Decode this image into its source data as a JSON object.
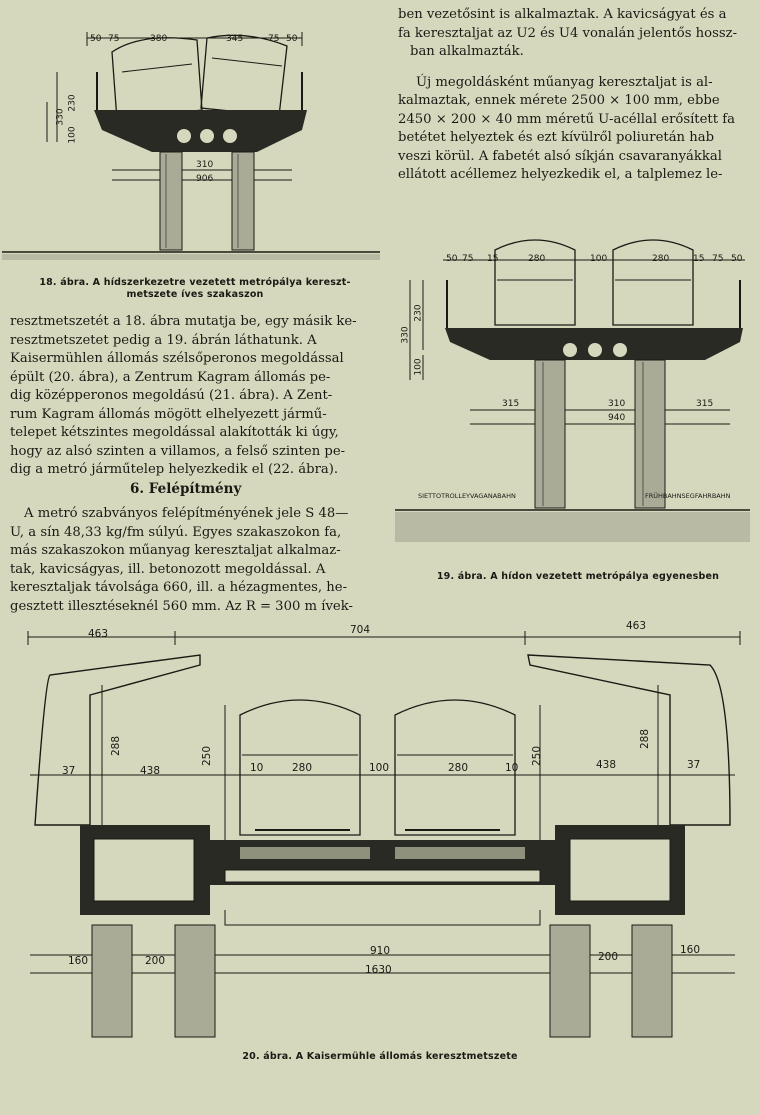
{
  "col_right_top": [
    "ben vezetősint is alkalmaztak. A kavicságyat és a",
    "fa keresztaljat az U2 és U4 vonalán jelentős hossz-",
    "ban alkalmazták.",
    "Új megoldásként műanyag keresztaljat is al-",
    "kalmaztak, ennek mérete 2500 × 100 mm, ebbe",
    "2450 × 200 × 40 mm méretű U-acéllal erősített fa",
    "betétet helyeztek és ezt kívülről poliuretán hab",
    "veszi körül. A fabetét alsó síkján csavaranyákkal",
    "ellátott acéllemez helyezkedik el, a talplemez le-"
  ],
  "col_left_text": [
    "resztmetszetét a 18. ábra mutatja be, egy másik ke-",
    "resztmetszetet pedig a 19. ábrán láthatunk. A",
    "Kaisermühlen állomás szélsőperonos megoldással",
    "épült (20. ábra), a Zentrum Kagram állomás pe-",
    "dig középperonos megoldású (21. ábra). A Zent-",
    "rum Kagram állomás mögött elhelyezett jármű-",
    "telepet kétszintes megoldással alakították ki úgy,",
    "hogy az alsó szinten a villamos, a felső szinten pe-",
    "dig a metró járműtelep helyezkedik el (22. ábra)."
  ],
  "section_heading": "6. Felépítmény",
  "col_left_section": [
    "A metró szabványos felépítményének jele S 48—",
    "U, a sín 48,33 kg/fm súlyú. Egyes szakaszokon fa,",
    "más szakaszokon műanyag keresztaljat alkalmaz-",
    "tak, kavicságyas, ill. betonozott megoldással. A",
    "keresztaljak távolsága 660, ill. a hézagmentes, he-",
    "gesztett illesztéseknél 560 mm. Az R = 300 m ívek-"
  ],
  "fig18": {
    "caption_line1": "18. ábra. A hídszerkezetre vezetett metrópálya kereszt-",
    "caption_line2": "metszete íves szakaszon",
    "dims": [
      "50",
      "75",
      "380",
      "345",
      "75",
      "50",
      "330",
      "100",
      "230",
      "310",
      "906"
    ]
  },
  "fig19": {
    "caption": "19. ábra. A hídon vezetett metrópálya egyenesben",
    "dims_top": [
      "50",
      "75",
      "15",
      "280",
      "100",
      "280",
      "15",
      "75",
      "50"
    ],
    "dims_side": [
      "330",
      "230",
      "100"
    ],
    "dims_bottom": [
      "315",
      "310",
      "315",
      "940"
    ],
    "label_left": "SIETTOTROLLEYVAGANABAHN",
    "label_right": "FRÜHBAHNSEGFAHRBAHN"
  },
  "fig20": {
    "caption": "20. ábra. A Kaisermühle állomás keresztmetszete",
    "dims_top": [
      "463",
      "704",
      "463"
    ],
    "dims_mid": [
      "37",
      "438",
      "288",
      "250",
      "10",
      "280",
      "100",
      "280",
      "10",
      "250",
      "438",
      "288",
      "37"
    ],
    "dims_bottom": [
      "160",
      "200",
      "910",
      "200",
      "160",
      "1630"
    ]
  },
  "colors": {
    "page": "#d6d8be",
    "ink": "#1a1a14",
    "concrete": "#2a2a24"
  }
}
